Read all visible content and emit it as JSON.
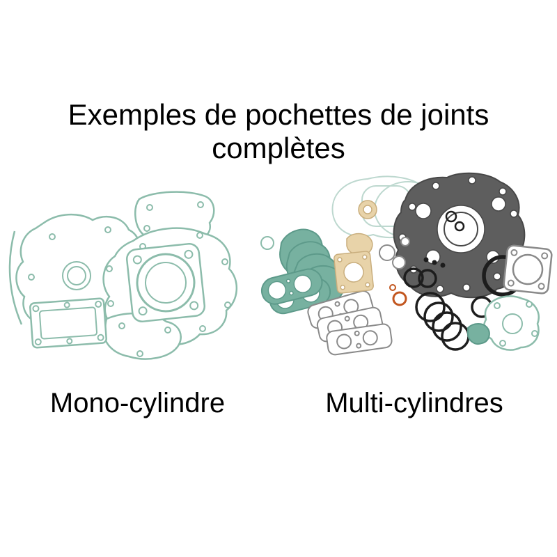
{
  "title": {
    "line1": "Exemples de pochettes de joints",
    "line2": "complètes"
  },
  "figures": {
    "mono": {
      "label": "Mono-cylindre"
    },
    "multi": {
      "label": "Multi-cylindres"
    }
  },
  "colors": {
    "text": "#000000",
    "background": "#ffffff",
    "teal": "#8cbcab",
    "teal_fill": "#77b1a0",
    "teal_dark": "#5d9a8a",
    "teal_light": "#bdd8cf",
    "dark": "#5e5e5e",
    "dark_edge": "#474747",
    "beige": "#e8d3a9",
    "beige_edge": "#c9ae7d",
    "orange": "#c2561f",
    "ring": "#1d1d1d",
    "gray_outline": "#8a8a8a"
  }
}
